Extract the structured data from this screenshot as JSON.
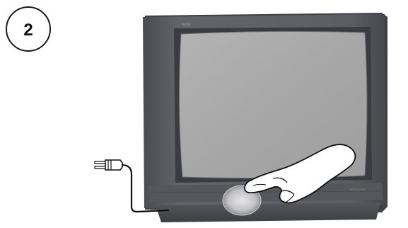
{
  "step_badge": {
    "number": "2"
  },
  "tv": {
    "brand_text": "Nokia",
    "model_text": "SURROUND",
    "body_color": "#5e6066",
    "screen_color": "#a9a9a9",
    "power_button_highlight_color": "#d7d7dc"
  },
  "icons": {
    "power_plug": "plug-icon",
    "power_cord": "cord-icon",
    "pointing_hand": "hand-pointing-icon"
  }
}
